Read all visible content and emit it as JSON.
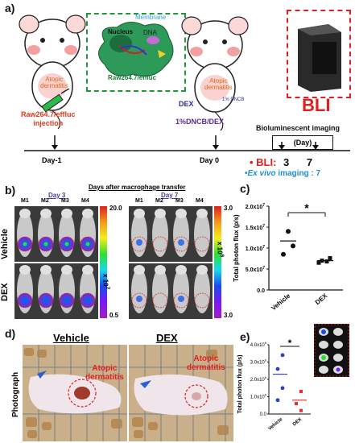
{
  "panels": {
    "a": "a)",
    "b": "b)",
    "c": "c)",
    "d": "d)",
    "e": "e)"
  },
  "panel_a": {
    "membrane": "Membrane",
    "nucleus": "Nucleus",
    "dna": "DNA",
    "raw_label": "Raw264.7/effluc",
    "atopic": "Atopic",
    "dermatitis": "dermatitis",
    "dex": "DEX",
    "dncb": "1% DNCB",
    "injection_line1": "Raw264.7/effluc",
    "injection_line2": "injection",
    "dncb_dex": "1%DNCB/DEX",
    "bioluminescent": "Bioluminescent imaging",
    "day_box": "(Day)",
    "day_minus1": "Day-1",
    "day0": "Day 0",
    "bli_big": "BLI",
    "bli_bullet": "• BLI:",
    "bli_days": "3      7",
    "exvivo_prefix": "•",
    "exvivo_italic": "Ex vivo",
    "exvivo_suffix": " imaging : 7"
  },
  "panel_b": {
    "title": "Days after macrophage transfer",
    "day3": "Day 3",
    "day7": "Day 7",
    "mice_left": [
      "M1",
      "M2",
      "M3",
      "M4"
    ],
    "mice_right": [
      "M1",
      "M2",
      "M3",
      "M4"
    ],
    "vehicle": "Vehicle",
    "dex": "DEX",
    "left_scale_top": "20.0",
    "left_scale_bottom": "0.5",
    "left_scale_unit": "x 10",
    "left_scale_exp": "7",
    "right_scale_top": "3.0",
    "right_scale_bottom": "3.0",
    "right_scale_unit": "x 10",
    "right_scale_exp": "6",
    "colors": {
      "red": "#e8261f",
      "purple": "#7b2cf0",
      "blue": "#1f56d9"
    }
  },
  "chart_data": [
    {
      "type": "scatter",
      "ylabel": "Total photon flux (p/s)",
      "categories": [
        "Vehicle",
        "DEX"
      ],
      "ytick_labels": [
        "0.0",
        "5.0x10",
        "1.0x10",
        "1.5x10",
        "2.0x10"
      ],
      "ytick_exp": "7",
      "ylim": [
        0,
        20000000
      ],
      "significance": "*",
      "series": [
        {
          "values_x": [
            "Vehicle",
            "Vehicle",
            "Vehicle"
          ],
          "values_y": [
            14000000,
            10500000,
            8500000
          ],
          "mean": 11700000
        },
        {
          "values_x": [
            "DEX",
            "DEX",
            "DEX",
            "DEX"
          ],
          "values_y": [
            7600000,
            7000000,
            6800000,
            6500000
          ],
          "mean": 7000000
        }
      ]
    },
    {
      "type": "scatter",
      "ylabel": "Total photon flux (p/s)",
      "categories": [
        "Vehicle",
        "DEX"
      ],
      "ytick_labels": [
        "0.0",
        "1.0x10",
        "2.0x10",
        "3.0x10",
        "4.0x10"
      ],
      "ytick_exp": "6",
      "ylim": [
        0,
        4000000
      ],
      "significance": "*",
      "series": [
        {
          "name": "Vehicle",
          "color": "#2b3fc4",
          "values_y": [
            3400000,
            2600000,
            1500000,
            800000
          ],
          "mean": 2300000
        },
        {
          "name": "DEX",
          "color": "#e62e2e",
          "values_y": [
            1300000,
            600000,
            200000
          ],
          "mean": 800000
        }
      ]
    }
  ],
  "panel_d": {
    "vehicle": "Vehicle",
    "dex": "DEX",
    "photograph": "Photograph",
    "atopic1": "Atopic",
    "dermatitis1": "dermatitis",
    "atopic2": "Atopic",
    "dermatitis2": "dermatitis"
  }
}
